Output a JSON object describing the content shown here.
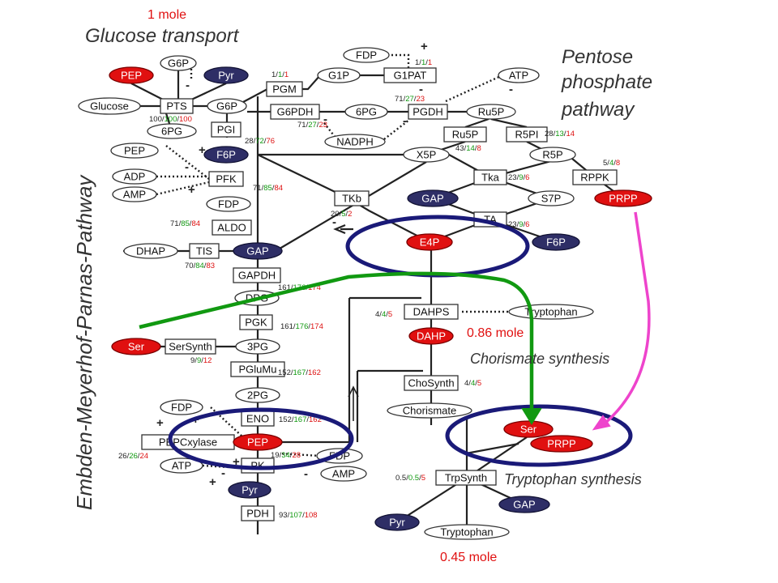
{
  "annotations": {
    "top_mole": "1 mole",
    "mid_mole": "0.86 mole",
    "bottom_mole": "0.45 mole"
  },
  "titles": {
    "glucose_transport": "Glucose transport",
    "pentose_line1": "Pentose",
    "pentose_line2": "phosphate",
    "pentose_line3": "pathway",
    "emp": "Embden-Meyerhof-Parnas-Pathway",
    "chorismate": "Chorismate synthesis",
    "tryptophan": "Tryptophan synthesis"
  },
  "colors": {
    "red": "#e01010",
    "navy": "#2e2e66",
    "ring": "#1a1a78",
    "green": "#119911",
    "magenta": "#ee44cc",
    "line": "#222222"
  },
  "nodes": [
    {
      "id": "fdp_top",
      "label": "FDP",
      "style": "oval"
    },
    {
      "id": "g6p_a",
      "label": "G6P",
      "style": "oval"
    },
    {
      "id": "pep_top",
      "label": "PEP",
      "style": "red"
    },
    {
      "id": "pyr_top",
      "label": "Pyr",
      "style": "navy"
    },
    {
      "id": "atp_top",
      "label": "ATP",
      "style": "oval"
    },
    {
      "id": "glucose",
      "label": "Glucose",
      "style": "oval"
    },
    {
      "id": "pts",
      "label": "PTS",
      "style": "box"
    },
    {
      "id": "g6p_b",
      "label": "G6P",
      "style": "oval"
    },
    {
      "id": "pgm",
      "label": "PGM",
      "style": "box"
    },
    {
      "id": "g1p",
      "label": "G1P",
      "style": "oval"
    },
    {
      "id": "g1pat",
      "label": "G1PAT",
      "style": "box"
    },
    {
      "id": "g6pdh",
      "label": "G6PDH",
      "style": "box"
    },
    {
      "id": "sixpg_a",
      "label": "6PG",
      "style": "oval"
    },
    {
      "id": "pgdh",
      "label": "PGDH",
      "style": "box"
    },
    {
      "id": "ru5p_a",
      "label": "Ru5P",
      "style": "oval"
    },
    {
      "id": "sixpg_b",
      "label": "6PG",
      "style": "oval"
    },
    {
      "id": "pgi",
      "label": "PGI",
      "style": "box"
    },
    {
      "id": "nadph",
      "label": "NADPH",
      "style": "oval"
    },
    {
      "id": "ru5p_b",
      "label": "Ru5P",
      "style": "box"
    },
    {
      "id": "r5pi",
      "label": "R5PI",
      "style": "box"
    },
    {
      "id": "pep_reg",
      "label": "PEP",
      "style": "oval"
    },
    {
      "id": "f6p_a",
      "label": "F6P",
      "style": "navy"
    },
    {
      "id": "x5p",
      "label": "X5P",
      "style": "oval"
    },
    {
      "id": "r5p",
      "label": "R5P",
      "style": "oval"
    },
    {
      "id": "adp",
      "label": "ADP",
      "style": "oval"
    },
    {
      "id": "pfk",
      "label": "PFK",
      "style": "box"
    },
    {
      "id": "tka",
      "label": "Tka",
      "style": "box"
    },
    {
      "id": "rppk",
      "label": "RPPK",
      "style": "box"
    },
    {
      "id": "amp_a",
      "label": "AMP",
      "style": "oval"
    },
    {
      "id": "tkb",
      "label": "TKb",
      "style": "box"
    },
    {
      "id": "gap_a",
      "label": "GAP",
      "style": "navy"
    },
    {
      "id": "s7p",
      "label": "S7P",
      "style": "oval"
    },
    {
      "id": "prpp_a",
      "label": "PRPP",
      "style": "red"
    },
    {
      "id": "fdp_a",
      "label": "FDP",
      "style": "oval"
    },
    {
      "id": "ta",
      "label": "TA",
      "style": "box"
    },
    {
      "id": "aldo",
      "label": "ALDO",
      "style": "box"
    },
    {
      "id": "e4p",
      "label": "E4P",
      "style": "red"
    },
    {
      "id": "f6p_b",
      "label": "F6P",
      "style": "navy"
    },
    {
      "id": "dhap",
      "label": "DHAP",
      "style": "oval"
    },
    {
      "id": "tis",
      "label": "TIS",
      "style": "box"
    },
    {
      "id": "gap_b",
      "label": "GAP",
      "style": "navy"
    },
    {
      "id": "gapdh",
      "label": "GAPDH",
      "style": "box"
    },
    {
      "id": "dpg",
      "label": "DPG",
      "style": "oval"
    },
    {
      "id": "dahps",
      "label": "DAHPS",
      "style": "box"
    },
    {
      "id": "trp_reg",
      "label": "Tryptophan",
      "style": "oval"
    },
    {
      "id": "pgk",
      "label": "PGK",
      "style": "box"
    },
    {
      "id": "dahp",
      "label": "DAHP",
      "style": "red"
    },
    {
      "id": "ser_a",
      "label": "Ser",
      "style": "red"
    },
    {
      "id": "sersynth",
      "label": "SerSynth",
      "style": "box"
    },
    {
      "id": "threepg",
      "label": "3PG",
      "style": "oval"
    },
    {
      "id": "pglumu",
      "label": "PGluMu",
      "style": "box"
    },
    {
      "id": "chosynth",
      "label": "ChoSynth",
      "style": "box"
    },
    {
      "id": "twopg",
      "label": "2PG",
      "style": "oval"
    },
    {
      "id": "fdp_b",
      "label": "FDP",
      "style": "oval"
    },
    {
      "id": "chorismate",
      "label": "Chorismate",
      "style": "oval"
    },
    {
      "id": "eno",
      "label": "ENO",
      "style": "box"
    },
    {
      "id": "ser_b",
      "label": "Ser",
      "style": "red"
    },
    {
      "id": "pepcxylase",
      "label": "PEPCxylase",
      "style": "box"
    },
    {
      "id": "pep_b",
      "label": "PEP",
      "style": "red"
    },
    {
      "id": "prpp_b",
      "label": "PRPP",
      "style": "red"
    },
    {
      "id": "fdp_c",
      "label": "FDP",
      "style": "oval"
    },
    {
      "id": "atp_b",
      "label": "ATP",
      "style": "oval"
    },
    {
      "id": "pk",
      "label": "PK",
      "style": "box"
    },
    {
      "id": "amp_b",
      "label": "AMP",
      "style": "oval"
    },
    {
      "id": "trpsynth",
      "label": "TrpSynth",
      "style": "box"
    },
    {
      "id": "pyr_b",
      "label": "Pyr",
      "style": "navy"
    },
    {
      "id": "gap_c",
      "label": "GAP",
      "style": "navy"
    },
    {
      "id": "pdh",
      "label": "PDH",
      "style": "box"
    },
    {
      "id": "pyr_c",
      "label": "Pyr",
      "style": "navy"
    },
    {
      "id": "tryptophan",
      "label": "Tryptophan",
      "style": "oval"
    }
  ],
  "ratios": [
    {
      "id": "pgm",
      "n": [
        "1",
        "1",
        "1"
      ]
    },
    {
      "id": "g1pat",
      "n": [
        "1",
        "1",
        "1"
      ]
    },
    {
      "id": "pts",
      "n": [
        "100",
        "100",
        "100"
      ]
    },
    {
      "id": "pgdh",
      "n": [
        "71",
        "27",
        "23"
      ]
    },
    {
      "id": "g6pdh",
      "n": [
        "71",
        "27",
        "23"
      ]
    },
    {
      "id": "pgi",
      "n": [
        "28",
        "72",
        "76"
      ]
    },
    {
      "id": "r5pi",
      "n": [
        "28",
        "13",
        "14"
      ]
    },
    {
      "id": "ru5p_b",
      "n": [
        "43",
        "14",
        "8"
      ]
    },
    {
      "id": "rppk",
      "n": [
        "5",
        "4",
        "8"
      ]
    },
    {
      "id": "pfk",
      "n": [
        "71",
        "85",
        "84"
      ]
    },
    {
      "id": "tka",
      "n": [
        "23",
        "9",
        "6"
      ]
    },
    {
      "id": "tkb",
      "n": [
        "20",
        "5",
        "2"
      ]
    },
    {
      "id": "aldo",
      "n": [
        "71",
        "85",
        "84"
      ]
    },
    {
      "id": "ta",
      "n": [
        "23",
        "9",
        "6"
      ]
    },
    {
      "id": "tis",
      "n": [
        "70",
        "84",
        "83"
      ]
    },
    {
      "id": "gapdh",
      "n": [
        "161",
        "176",
        "174"
      ]
    },
    {
      "id": "dahps",
      "n": [
        "4",
        "4",
        "5"
      ]
    },
    {
      "id": "pgk",
      "n": [
        "161",
        "176",
        "174"
      ]
    },
    {
      "id": "sersynth",
      "n": [
        "9",
        "9",
        "12"
      ]
    },
    {
      "id": "pglumu",
      "n": [
        "152",
        "167",
        "162"
      ]
    },
    {
      "id": "chosynth",
      "n": [
        "4",
        "4",
        "5"
      ]
    },
    {
      "id": "eno",
      "n": [
        "152",
        "167",
        "162"
      ]
    },
    {
      "id": "pepcxylase",
      "n": [
        "26",
        "26",
        "24"
      ]
    },
    {
      "id": "pk",
      "n": [
        "19",
        "34",
        "28"
      ]
    },
    {
      "id": "trpsynth",
      "n": [
        "0.5",
        "0.5",
        "5"
      ]
    },
    {
      "id": "pdh",
      "n": [
        "93",
        "107",
        "108"
      ]
    }
  ],
  "signs": [
    "+",
    "-",
    "-",
    "-",
    "-",
    "-",
    "+",
    "-",
    "+",
    "-",
    "+",
    "+",
    "+",
    "-",
    "-",
    "+"
  ]
}
